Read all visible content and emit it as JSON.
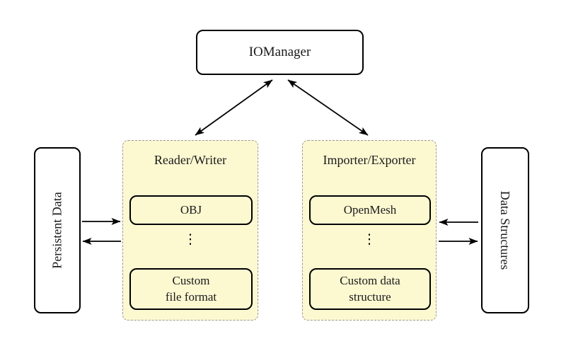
{
  "nodes": {
    "iomanager": {
      "label": "IOManager"
    },
    "persistent_data": {
      "label": "Persistent Data"
    },
    "data_structures": {
      "label": "Data Structures"
    },
    "reader_writer": {
      "title": "Reader/Writer",
      "item1": "OBJ",
      "dots": "⋮",
      "item2": "Custom\nfile format"
    },
    "importer_exporter": {
      "title": "Importer/Exporter",
      "item1": "OpenMesh",
      "dots": "⋮",
      "item2": "Custom data\nstructure"
    }
  },
  "colors": {
    "container_fill": "#FCF9D1",
    "container_border": "#999999",
    "node_border": "#000000",
    "node_fill": "#FFFFFF",
    "arrow_color": "#000000"
  }
}
